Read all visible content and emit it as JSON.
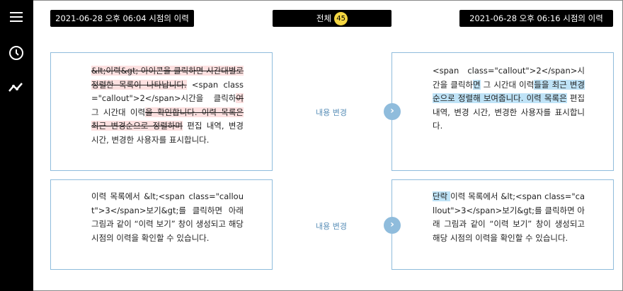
{
  "header": {
    "left_title": "2021-06-28 오후 06:04 시점의 이력",
    "center_label": "전체",
    "center_count": "45",
    "right_title": "2021-06-28 오후 06:16 시점의 이력"
  },
  "rows": [
    {
      "change_label": "내용 변경",
      "left": [
        "&lt;이력&gt; 아이콘을 클릭하면 시간대별로 정렬한 목록이 나타납니다.",
        "<span class=\"callout\">2</span>시간을 클릭하",
        "여",
        " 그 시간대 이력",
        "을 확인합니다. 이력 목록은 최근 변경순으로 정렬하며",
        " 편집 내역, 변경 시간, 변경한 사용자를 표시합니다."
      ],
      "right": [
        "<span class=\"callout\">2</span>시간을 클릭하",
        "면",
        " 그 시간대 이력",
        "들을 최근 변경순으로 정렬해 보여줍니다. 이력 목록은",
        " 편집 내역, 변경 시간, 변경한 사용자를 표시합니다."
      ]
    },
    {
      "change_label": "내용 변경",
      "left": [
        "이력 목록에서 &lt;<span class=\"callout\">3</span>보기&gt;를 클릭하면 아래 그림과 같이 “이력 보기” 창이 생성되고 해당 시점의 이력을 확인할 수 있습니다."
      ],
      "right": [
        "단락 ",
        "이력 목록에서 &lt;<span class=\"callout\">3</span>보기&gt;를 클릭하면 아래 그림과 같이 “이력 보기” 창이 생성되고 해당 시점의 이력을 확인할 수 있습니다."
      ]
    }
  ],
  "colors": {
    "deleted": "#fde0e0",
    "inserted": "#bfe3f7",
    "border": "#8fbcdc"
  }
}
